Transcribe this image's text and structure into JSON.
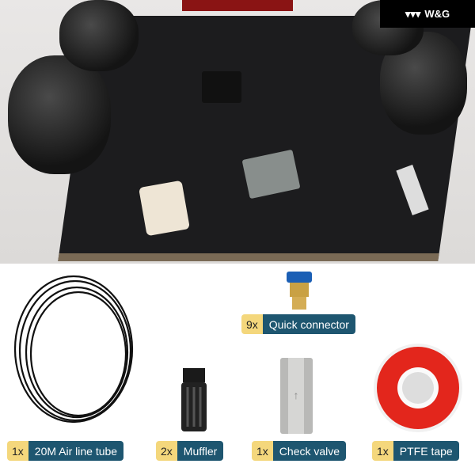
{
  "brand": {
    "name": "W&G"
  },
  "items": [
    {
      "qty": "9x",
      "name": "Quick connector"
    },
    {
      "qty": "1x",
      "name": "20M Air line tube"
    },
    {
      "qty": "2x",
      "name": "Muffler"
    },
    {
      "qty": "1x",
      "name": "Check valve"
    },
    {
      "qty": "1x",
      "name": "PTFE tape"
    }
  ],
  "colors": {
    "qty_bg": "#f4d77c",
    "name_bg": "#1e5670"
  }
}
